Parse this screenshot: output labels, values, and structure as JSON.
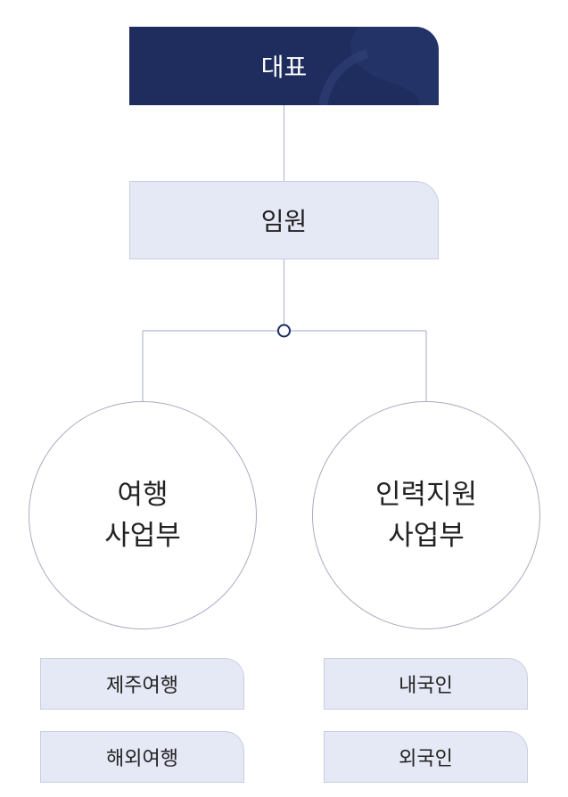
{
  "ceo": {
    "label": "대표"
  },
  "executive": {
    "label": "임원"
  },
  "departments": [
    {
      "line1": "여행",
      "line2": "사업부",
      "teams": [
        "제주여행",
        "해외여행"
      ]
    },
    {
      "line1": "인력지원",
      "line2": "사업부",
      "teams": [
        "내국인",
        "외국인"
      ]
    }
  ],
  "colors": {
    "ceo_fill": "#1e2c5e",
    "box_fill": "#e5e8f5",
    "line": "#b5b8cc",
    "junction_dot": "#1e2c5e"
  }
}
